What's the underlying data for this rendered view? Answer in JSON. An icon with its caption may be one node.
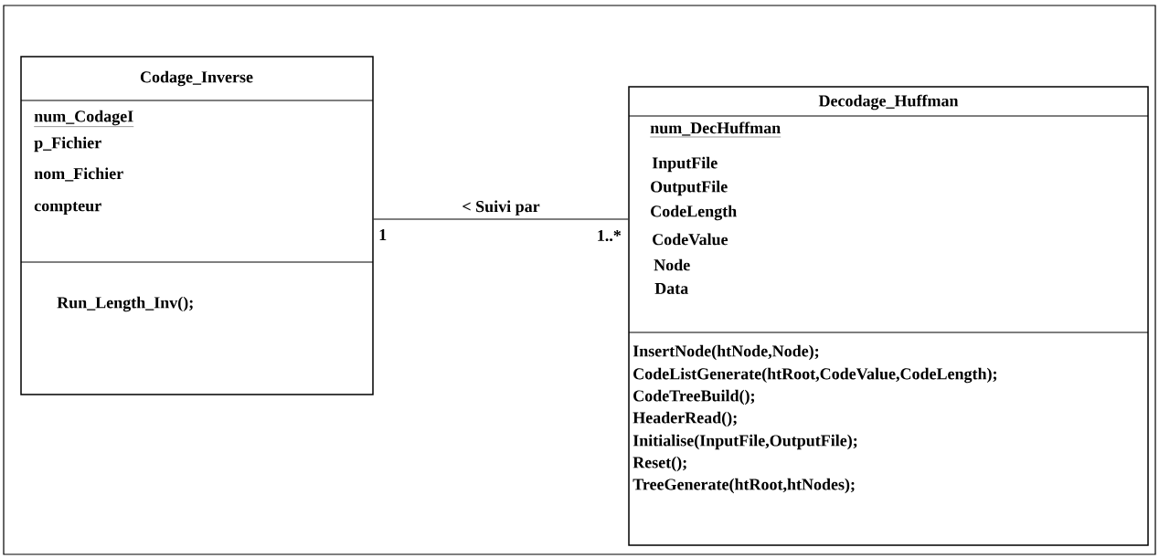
{
  "diagram": {
    "nodes": [
      {
        "text": [
          "Codage_Inverse",
          "num_CodageI",
          "p_Fichier",
          "nom_Fichier",
          "compteur",
          "Run_Length_Inv();"
        ]
      },
      {
        "text": [
          "Decodage_Huffman",
          "num_DecHuffman",
          "InputFile",
          "OutputFile",
          "CodeLength",
          "CodeValue",
          "Node",
          "Data",
          "InsertNode(htNode,Node);",
          "CodeListGenerate(htRoot,CodeValue,CodeLength);",
          "CodeTreeBuild();",
          "HeaderRead();",
          "Initialise(InputFile,OutputFile);",
          "Reset();",
          "TreeGenerate(htRoot,htNodes);"
        ]
      }
    ],
    "edges": [
      {
        "from": 0,
        "to": 1,
        "arrow": "none",
        "label": "< Suivi par"
      }
    ],
    "labels": [
      "1",
      "1..*"
    ]
  }
}
